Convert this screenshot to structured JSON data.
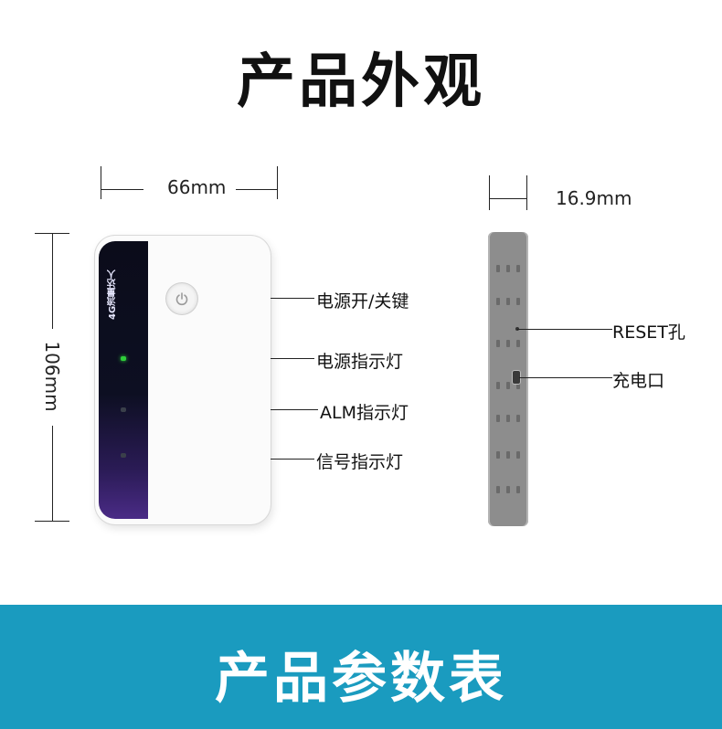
{
  "title": "产品外观",
  "dimensions": {
    "width": "66mm",
    "height": "106mm",
    "thickness": "16.9mm"
  },
  "device": {
    "brand_text": "4G流量达人"
  },
  "callouts": {
    "power_key": "电源开/关键",
    "power_indicator": "电源指示灯",
    "alm_indicator": "ALM指示灯",
    "signal_indicator": "信号指示灯",
    "reset": "RESET孔",
    "charge_port": "充电口"
  },
  "banner": {
    "text": "产品参数表"
  },
  "colors": {
    "banner": "#1a9bbf",
    "led_green": "#2fcf3a"
  },
  "icons": [
    "power-icon"
  ]
}
